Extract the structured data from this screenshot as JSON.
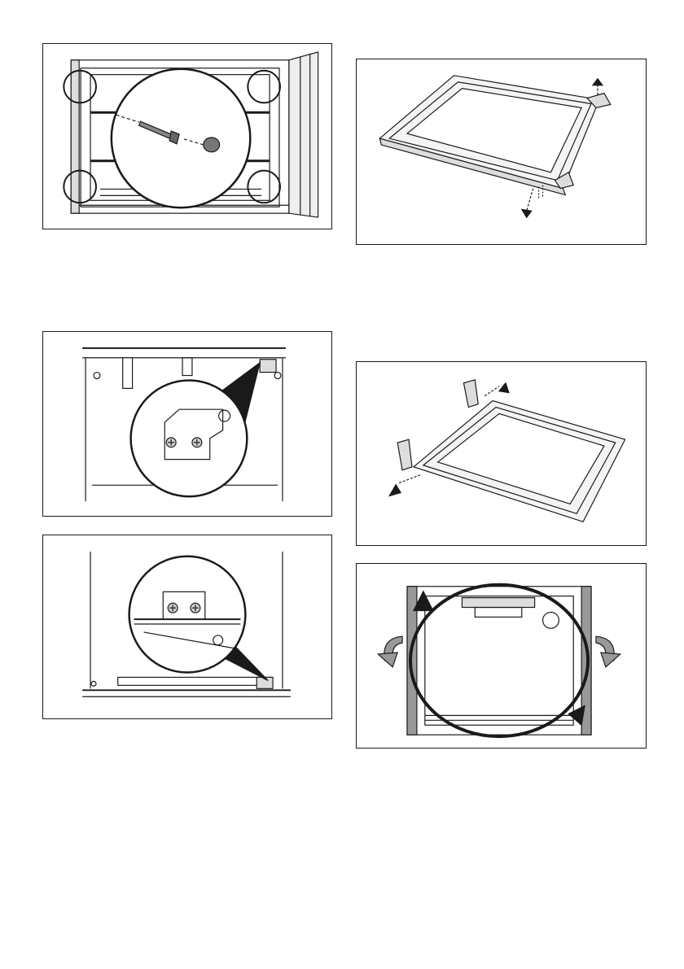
{
  "figures": [
    {
      "id": "p1",
      "depicts": "hinge-cover-screw-removal"
    },
    {
      "id": "p2",
      "depicts": "glass-frame-hinge-removal"
    },
    {
      "id": "p3",
      "depicts": "upper-hinge-bracket-detail"
    },
    {
      "id": "p4",
      "depicts": "glass-frame-hinge-refit"
    },
    {
      "id": "p5",
      "depicts": "lower-hinge-bracket-detail"
    },
    {
      "id": "p6",
      "depicts": "door-rotation"
    }
  ],
  "colors": {
    "line": "#1a1a1a",
    "gray": "#9a9a9a",
    "dark": "#555555"
  }
}
